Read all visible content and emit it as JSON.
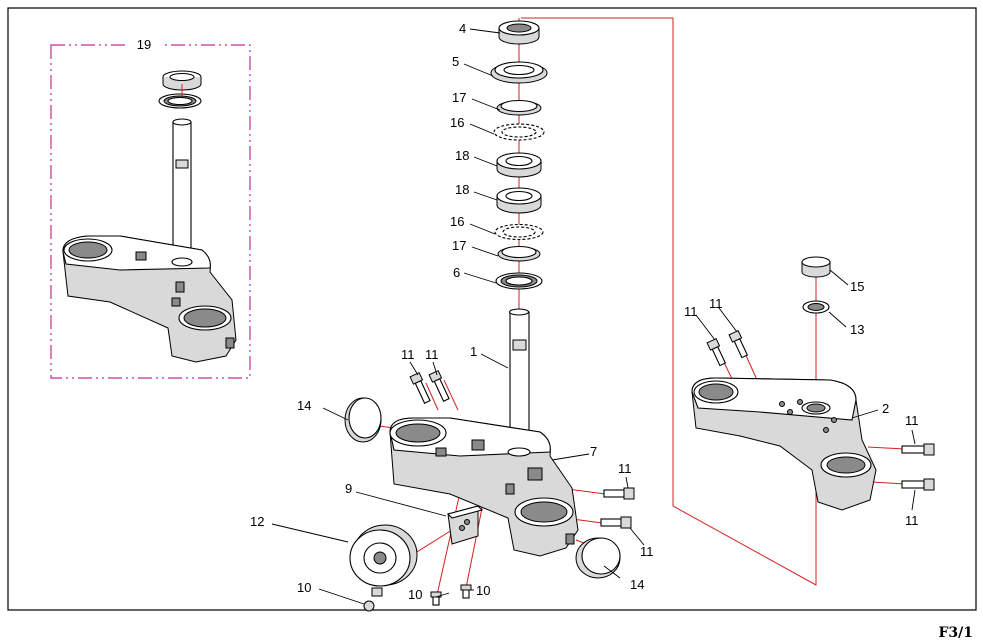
{
  "sheet_code": "F3/1",
  "colors": {
    "assembly_line": "#d22020",
    "subassembly_box": "#c0309a",
    "ink": "#000000"
  },
  "callouts": {
    "c1": "1",
    "c2": "2",
    "c4": "4",
    "c5": "5",
    "c6": "6",
    "c7": "7",
    "c9": "9",
    "c10a": "10",
    "c10b": "10",
    "c10c": "10",
    "c11a": "11",
    "c11b": "11",
    "c11c": "11",
    "c11d": "11",
    "c11e": "11",
    "c11f": "11",
    "c11g": "11",
    "c11h": "11",
    "c12": "12",
    "c13": "13",
    "c14a": "14",
    "c14b": "14",
    "c15": "15",
    "c16a": "16",
    "c16b": "16",
    "c17a": "17",
    "c17b": "17",
    "c18a": "18",
    "c18b": "18",
    "c19": "19"
  }
}
